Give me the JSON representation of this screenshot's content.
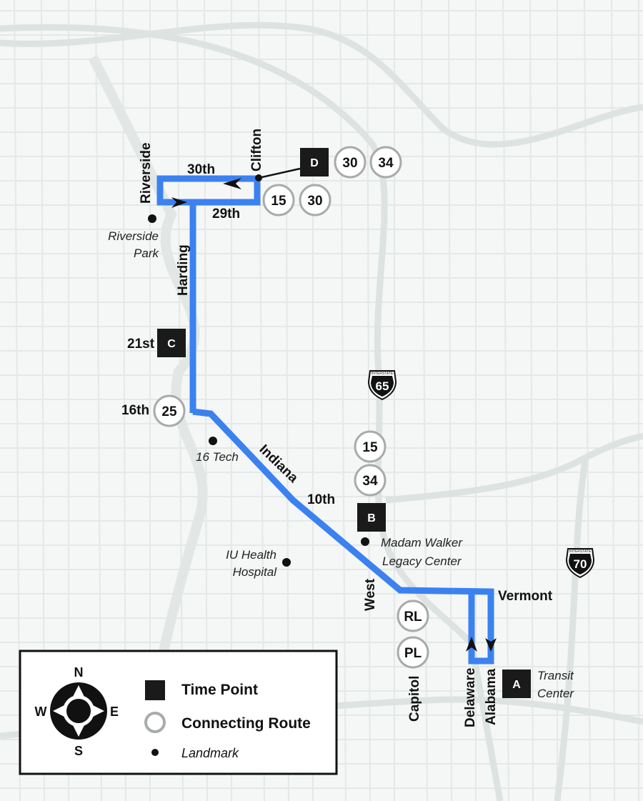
{
  "colors": {
    "route": "#3b82f0",
    "time_point": "#1a1a1a",
    "connecting_route_ring": "#a8abab",
    "background": "#f5f6f6"
  },
  "streets": {
    "riverside": "Riverside",
    "thirtieth": "30th",
    "clifton": "Clifton",
    "twentyninth": "29th",
    "harding": "Harding",
    "twentyfirst": "21st",
    "sixteenth": "16th",
    "indiana": "Indiana",
    "tenth": "10th",
    "west": "West",
    "vermont": "Vermont",
    "capitol": "Capitol",
    "delaware": "Delaware",
    "alabama": "Alabama"
  },
  "time_points": {
    "a": "A",
    "b": "B",
    "c": "C",
    "d": "D"
  },
  "connecting_routes": {
    "d_group": [
      "30",
      "34"
    ],
    "clifton_group": [
      "15",
      "30"
    ],
    "sixteenth": "25",
    "tenth_group": [
      "15",
      "34"
    ],
    "vermont_group": [
      "RL",
      "PL"
    ]
  },
  "landmarks": {
    "riverside_park": [
      "Riverside",
      "Park"
    ],
    "sixteen_tech": "16 Tech",
    "iu_health": [
      "IU Health",
      "Hospital"
    ],
    "madam_walker": [
      "Madam Walker",
      "Legacy Center"
    ],
    "transit_center": [
      "Transit",
      "Center"
    ]
  },
  "interstates": [
    {
      "label": "INTERSTATE",
      "number": "65"
    },
    {
      "label": "INTERSTATE",
      "number": "70"
    }
  ],
  "legend": {
    "time_point": "Time Point",
    "connecting_route": "Connecting Route",
    "landmark": "Landmark",
    "compass": {
      "n": "N",
      "s": "S",
      "e": "E",
      "w": "W"
    }
  }
}
